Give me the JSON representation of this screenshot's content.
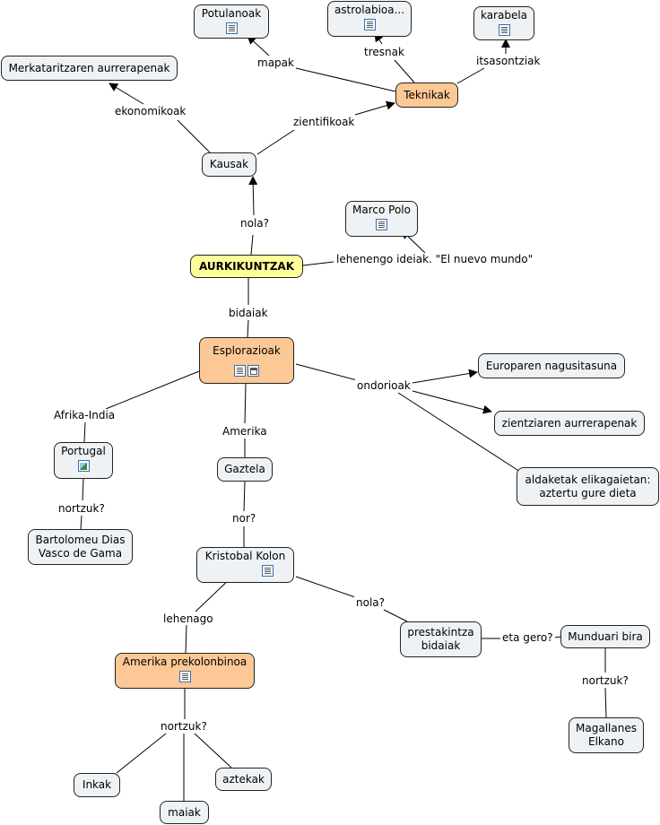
{
  "nodes": {
    "root": "AURKIKUNTZAK",
    "kausak": "Kausak",
    "teknikak": "Teknikak",
    "merkataritza": "Merkataritzaren aurrerapenak",
    "potulanoak": "Potulanoak",
    "astrolabioa": "astrolabioa...",
    "karabela": "karabela",
    "marco_polo": "Marco Polo",
    "esplorazioak": "Esplorazioak",
    "europa": "Europaren nagusitasuna",
    "zientzia": "zientziaren aurrerapenak",
    "elikagaiak": "aldaketak elikagaietan:\naztertu gure dieta",
    "portugal": "Portugal",
    "bartolomeu": "Bartolomeu Dias\nVasco de Gama",
    "gaztela": "Gaztela",
    "kolon": "Kristobal Kolon",
    "prestakintza": "prestakintza\nbidaiak",
    "munduari": "Munduari bira",
    "magallanes": "Magallanes\nElkano",
    "prekolonbino": "Amerika prekolonbinoa",
    "inkak": "Inkak",
    "maiak": "maiak",
    "aztekak": "aztekak"
  },
  "labels": {
    "nola1": "nola?",
    "ekonomikoak": "ekonomikoak",
    "zientifikoak": "zientifikoak",
    "mapak": "mapak",
    "tresnak": "tresnak",
    "itsasontziak": "itsasontziak",
    "lehenengo": "lehenengo ideiak. \"El nuevo mundo\"",
    "bidaiak": "bidaiak",
    "ondorioak": "ondorioak",
    "afrika": "Afrika-India",
    "amerika": "Amerika",
    "nortzuk1": "nortzuk?",
    "nor": "nor?",
    "nola2": "nola?",
    "etagero": "eta gero?",
    "nortzuk2": "nortzuk?",
    "lehenago": "lehenago",
    "nortzuk3": "nortzuk?"
  },
  "colors": {
    "node_fill": "#eef2f5",
    "concept_fill": "#fcc895",
    "root_fill": "#ffff99",
    "line": "#000000"
  },
  "icons": {
    "potulanoak": [
      "document"
    ],
    "astrolabioa": [
      "document"
    ],
    "karabela": [
      "document"
    ],
    "marco_polo": [
      "document"
    ],
    "esplorazioak": [
      "document",
      "concept-map"
    ],
    "portugal": [
      "image"
    ],
    "kolon": [
      "document"
    ],
    "prekolonbino": [
      "document"
    ]
  }
}
